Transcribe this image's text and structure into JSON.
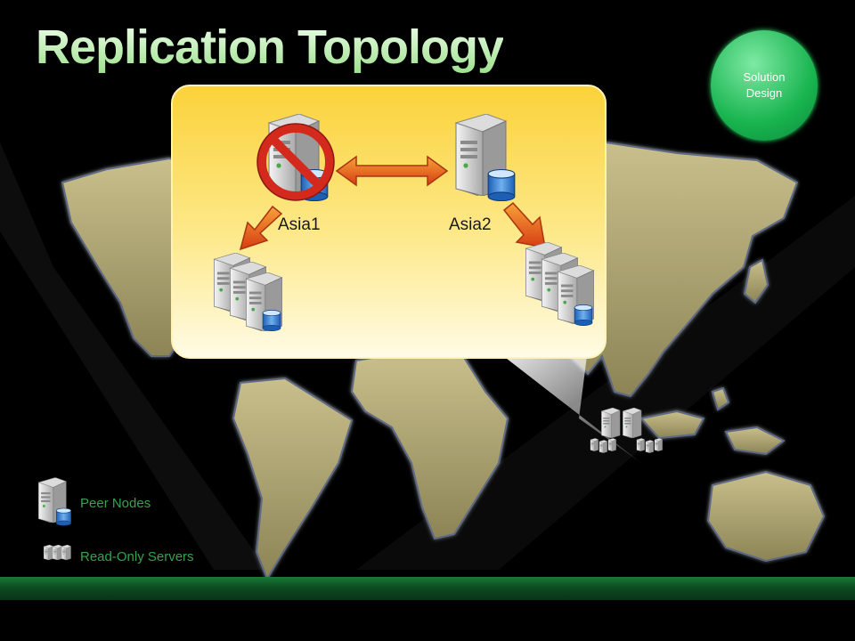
{
  "slide": {
    "title": "Replication Topology",
    "badge": {
      "line1": "Solution",
      "line2": "Design"
    }
  },
  "diagram": {
    "nodes": [
      {
        "id": "asia1",
        "label": "Asia1",
        "role": "peer-node",
        "status": "failed"
      },
      {
        "id": "asia2",
        "label": "Asia2",
        "role": "peer-node",
        "status": "active"
      }
    ],
    "legend": [
      {
        "icon": "peer-node-icon",
        "label": "Peer Nodes"
      },
      {
        "icon": "read-only-servers-icon",
        "label": "Read-Only Servers"
      }
    ]
  },
  "colors": {
    "background": "#000000",
    "map_land": "#b7ac78",
    "callout_yellow": "#fde77a",
    "arrow_orange": "#e8541b",
    "prohibit_red": "#d42a1e",
    "title_green": "#c9f2c0",
    "badge_green": "#18b44f",
    "legend_green": "#35a44c"
  }
}
